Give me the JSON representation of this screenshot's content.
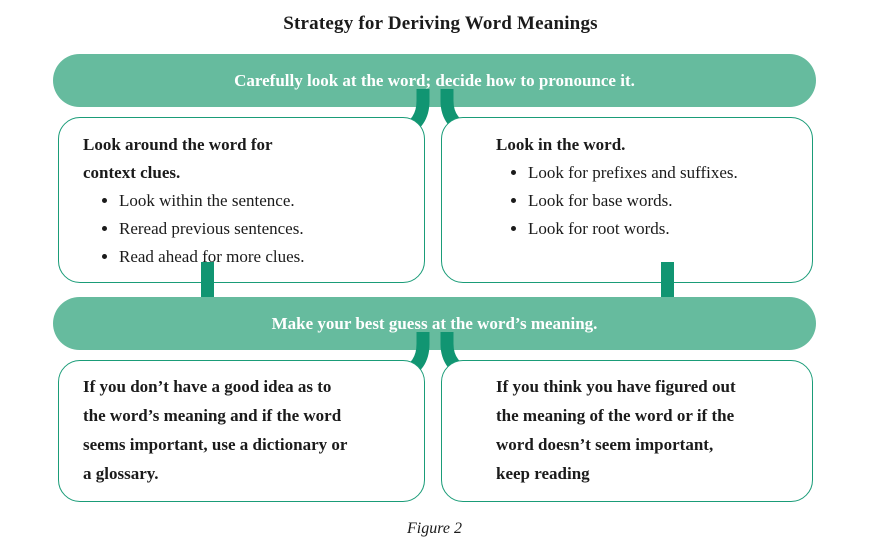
{
  "title": "Strategy for Deriving Word Meanings",
  "colors": {
    "banner": "#66bb9e",
    "arrow": "#119572",
    "border": "#1a9c78"
  },
  "banners": {
    "step1": "Carefully look at the word; decide how to pronounce it.",
    "step2": "Make your best guess at the word’s meaning."
  },
  "boxes": {
    "context_clues": {
      "heading": "Look around the word for\ncontext clues.",
      "bullets": [
        "Look within the sentence.",
        "Reread previous sentences.",
        "Read ahead for more clues."
      ]
    },
    "in_the_word": {
      "heading": "Look in the word.",
      "bullets": [
        "Look for prefixes and suffixes.",
        "Look for base words.",
        "Look for root words."
      ]
    },
    "use_dictionary": {
      "text": "If you don’t have a good idea as to\nthe word’s meaning and if the word\nseems important, use a dictionary or\na glossary."
    },
    "keep_reading": {
      "text": "If you think you have figured out\nthe meaning of the word or if the\nword doesn’t seem important,\nkeep reading"
    }
  },
  "caption": "Figure 2"
}
